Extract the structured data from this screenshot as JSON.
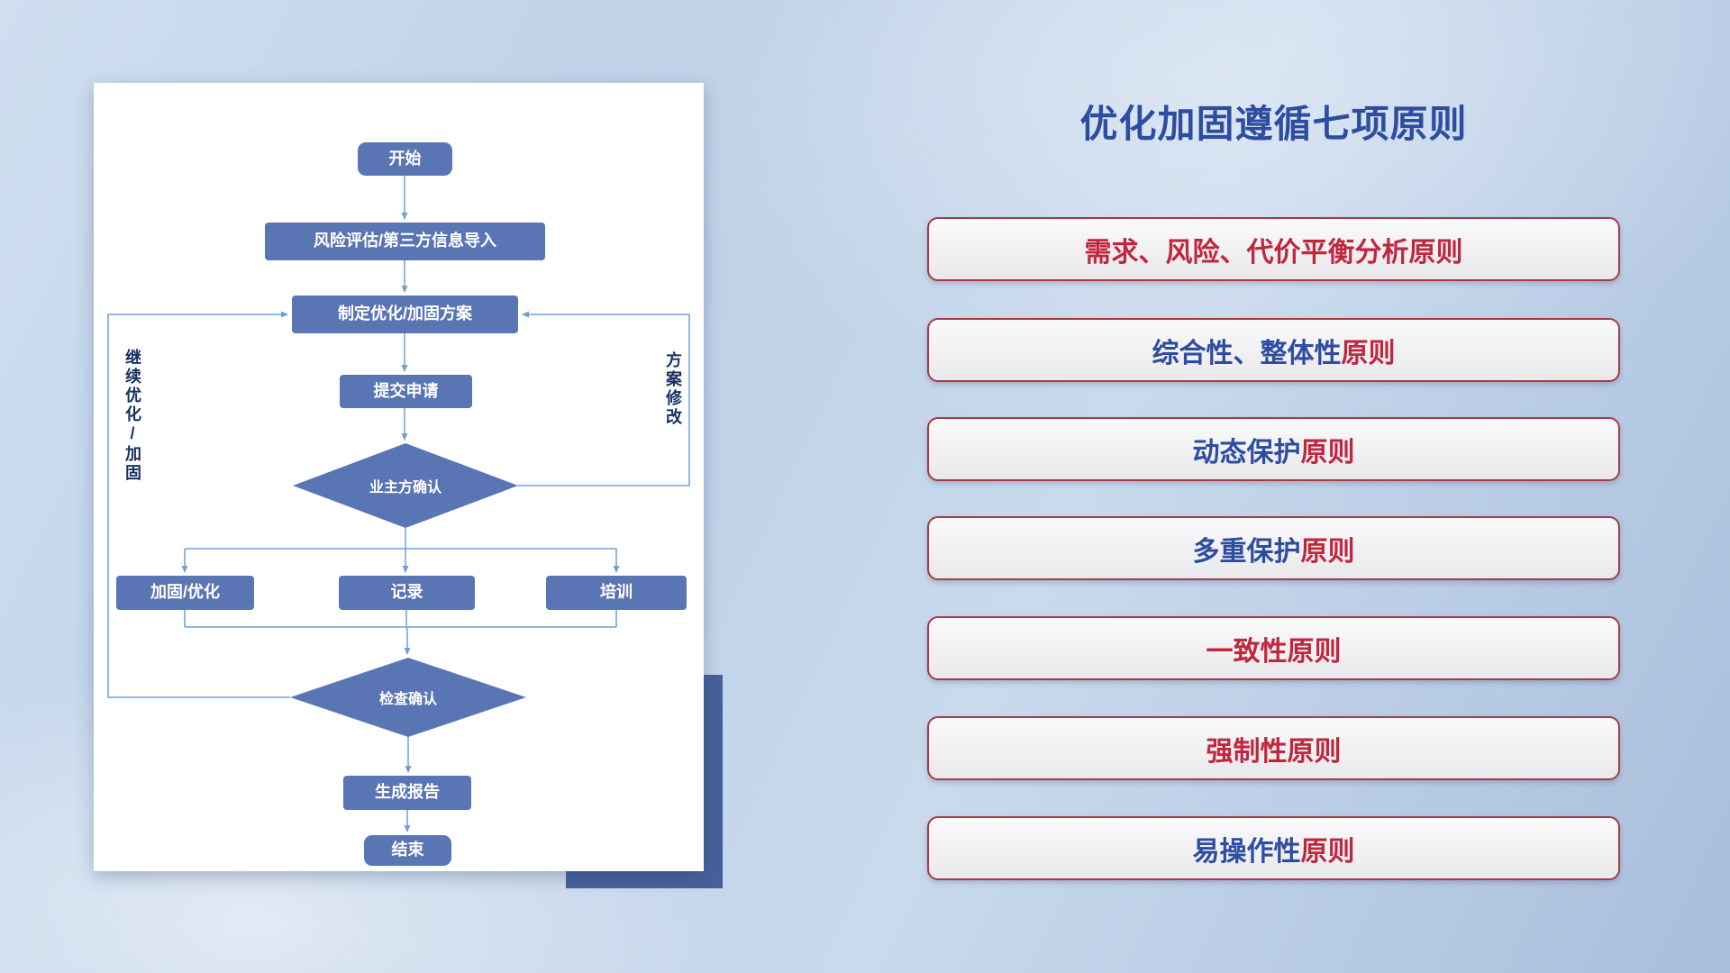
{
  "title": "优化加固遵循七项原则",
  "colors": {
    "red": "#C0273F",
    "blue": "#2E4DA0",
    "title": "#2E4DA0",
    "node_fill": "#5A75B4",
    "connector": "#6FA0D6",
    "principle_border": "#A63A48",
    "accent_rect": "#46619C"
  },
  "flowchart": {
    "nodes": {
      "start": "开始",
      "risk": "风险评估/第三方信息导入",
      "plan": "制定优化/加固方案",
      "submit": "提交申请",
      "owner_confirm": "业主方确认",
      "harden": "加固/优化",
      "record": "记录",
      "training": "培训",
      "check_confirm": "检查确认",
      "report": "生成报告",
      "end": "结束"
    },
    "labels": {
      "left_loop": "继续优化/加固",
      "right_loop": "方案修改"
    }
  },
  "principles": [
    {
      "segments": [
        {
          "text": "需求、风险、代价平衡分析原则",
          "color": "red"
        }
      ]
    },
    {
      "segments": [
        {
          "text": "综合性、整体性",
          "color": "blue"
        },
        {
          "text": "原则",
          "color": "red"
        }
      ]
    },
    {
      "segments": [
        {
          "text": "动态保护",
          "color": "blue"
        },
        {
          "text": "原则",
          "color": "red"
        }
      ]
    },
    {
      "segments": [
        {
          "text": "多重保护",
          "color": "blue"
        },
        {
          "text": "原则",
          "color": "red"
        }
      ]
    },
    {
      "segments": [
        {
          "text": "一致性原则",
          "color": "red"
        }
      ]
    },
    {
      "segments": [
        {
          "text": "强制性原则",
          "color": "red"
        }
      ]
    },
    {
      "segments": [
        {
          "text": "易操作性",
          "color": "blue"
        },
        {
          "text": "原则",
          "color": "red"
        }
      ]
    }
  ]
}
